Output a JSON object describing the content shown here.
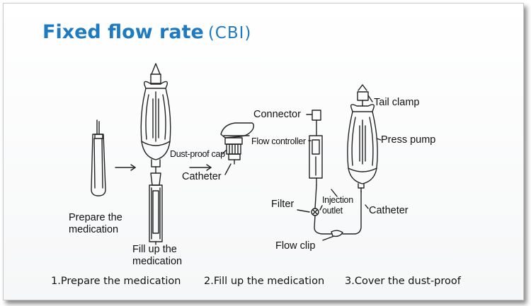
{
  "title": {
    "main": "Fixed flow rate",
    "sub": "(CBI)"
  },
  "labels": {
    "prepare_1": "Prepare the",
    "prepare_2": "medication",
    "fill_1": "Fill up the",
    "fill_2": "medication",
    "dust_proof_cap": "Dust-proof cap",
    "catheter_left": "Catheter",
    "connector": "Connector",
    "flow_controller": "Flow controller",
    "filter": "Filter",
    "injection": "Injection",
    "outlet": "outlet",
    "flow_clip": "Flow clip",
    "tail_clamp": "Tail clamp",
    "press_pump": "Press pump",
    "catheter_right": "Catheter"
  },
  "steps": [
    "1.Prepare the medication",
    "2.Fill up the medication",
    "3.Cover the dust-proof"
  ],
  "colors": {
    "title": "#1f7bc1",
    "line_art": "#222222",
    "text": "#111111"
  }
}
